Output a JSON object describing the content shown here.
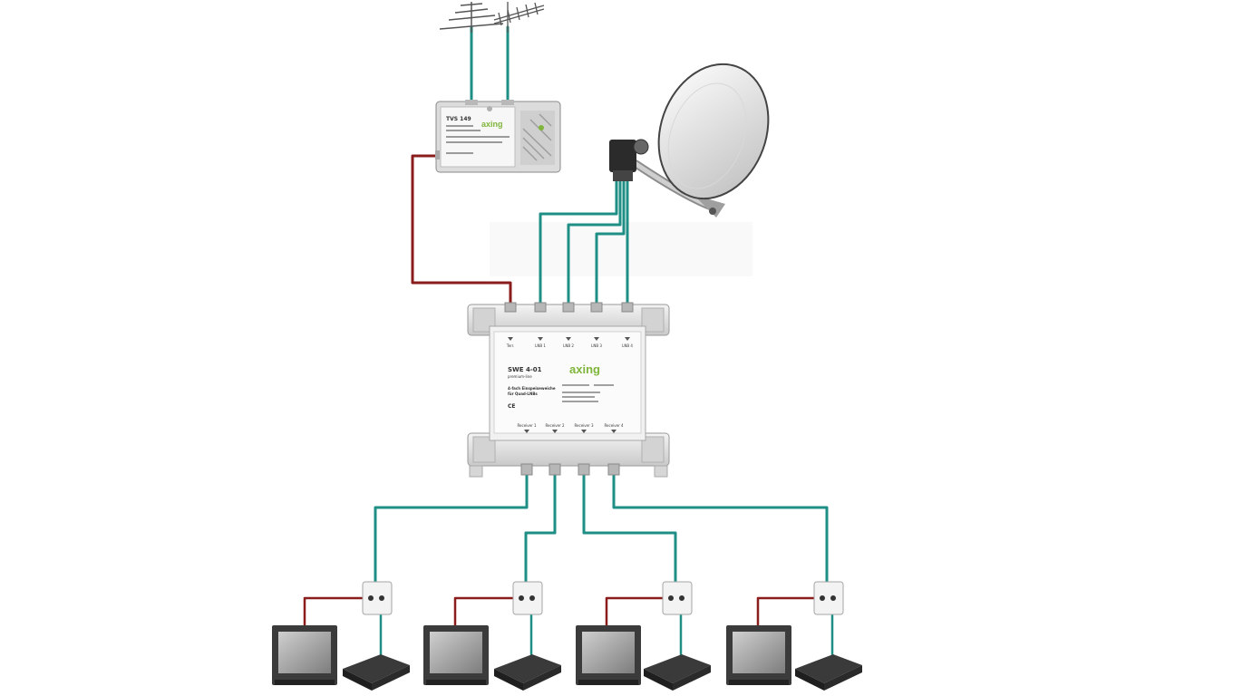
{
  "amplifier": {
    "model": "TVS 149",
    "brand": "axing"
  },
  "switch": {
    "model": "SWE 4-01",
    "series": "premium-line",
    "description_line1": "4-fach Einspeiseweiche",
    "description_line2": "für Quad-LNBs",
    "ce_mark": "CE",
    "brand": "axing",
    "inputs": [
      "Terr.",
      "LNB 1",
      "LNB 2",
      "LNB 3",
      "LNB 4"
    ],
    "outputs": [
      "Receiver 1",
      "Receiver 2",
      "Receiver 3",
      "Receiver 4"
    ]
  },
  "colors": {
    "coax_satellite": "#1f8f86",
    "coax_terrestrial": "#8b1c1c",
    "device_body": "#e9e9e9",
    "device_shadow": "#9a9a9a"
  }
}
